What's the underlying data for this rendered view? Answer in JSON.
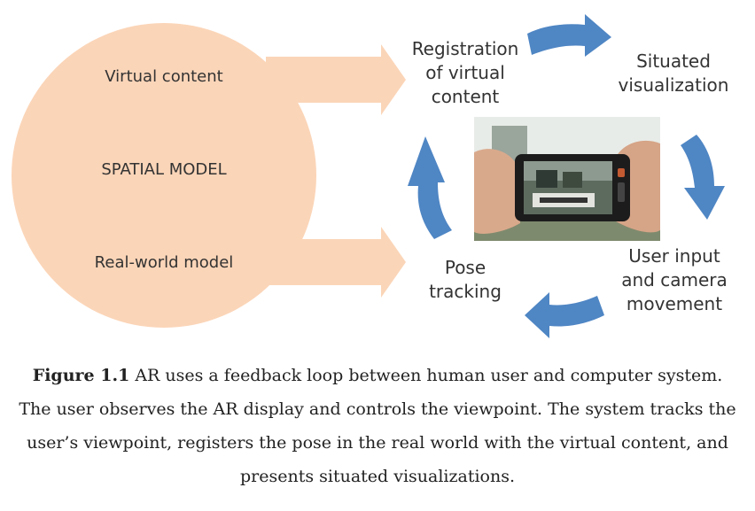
{
  "spatial_model": {
    "virtual_content": "Virtual content",
    "title": "SPATIAL MODEL",
    "real_world_model": "Real-world model"
  },
  "loop": {
    "registration": "Registration\nof virtual\ncontent",
    "situated": "Situated\nvisualization",
    "user_input": "User input\nand camera\nmovement",
    "pose": "Pose\ntracking"
  },
  "caption": {
    "label": "Figure 1.1",
    "text": " AR uses a feedback loop between human user and computer system. The user observes the AR display and controls the viewpoint. The system tracks the user’s viewpoint, registers the pose in the real world with the virtual content, and presents situated visualizations."
  },
  "colors": {
    "circle": "#fbd5b8",
    "arrow_peach": "#fbd5b8",
    "arrow_blue": "#4f86c4"
  }
}
